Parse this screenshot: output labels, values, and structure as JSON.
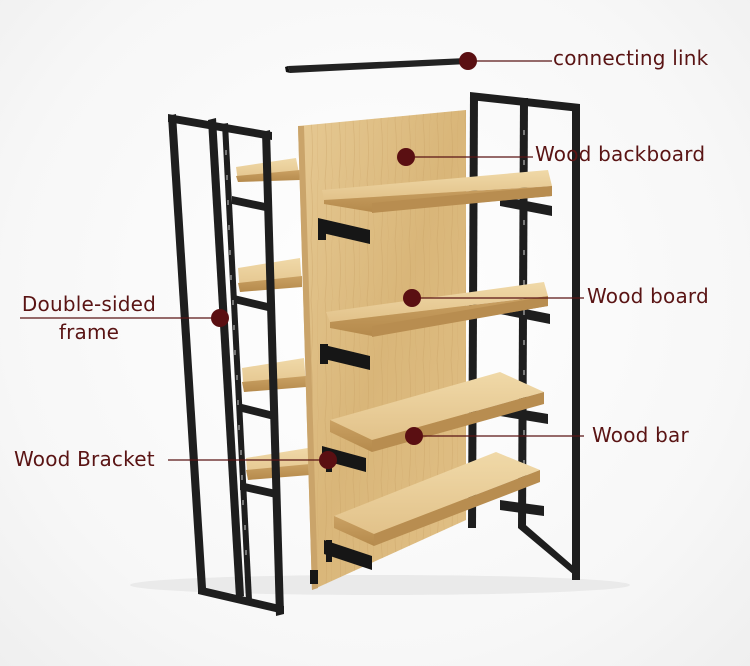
{
  "labels": {
    "connecting_link": "connecting link",
    "wood_backboard": "Wood backboard",
    "double_sided_frame": "Double-sided frame",
    "wood_board": "Wood board",
    "wood_bar": "Wood bar",
    "wood_bracket": "Wood Bracket"
  },
  "colors": {
    "label_text": "#5a1414",
    "leader_line": "#5a1414",
    "marker_dot": "#5a0f12",
    "frame_metal": "#1e1e1e",
    "wood_light": "#e3c58e",
    "wood_mid": "#d3ad6c",
    "wood_dark": "#b98d4e"
  }
}
